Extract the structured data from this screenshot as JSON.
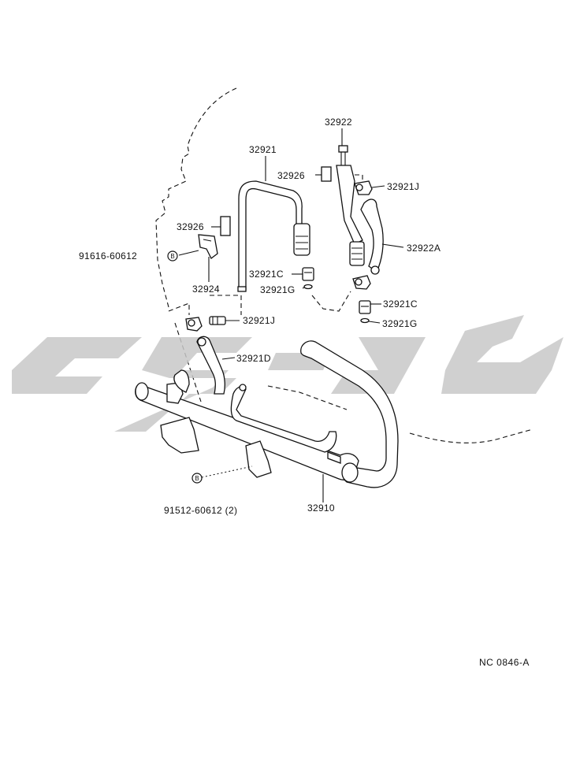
{
  "diagram": {
    "reference_code": "NC 0846-A",
    "bolt_symbol": "B",
    "labels": {
      "p32922": "32922",
      "p32921": "32921",
      "p32926_top": "32926",
      "p32921j_top": "32921J",
      "p32926_left": "32926",
      "p32922a": "32922A",
      "p91616": "91616-60612",
      "p32924": "32924",
      "p32921c_mid": "32921C",
      "p32921g_mid": "32921G",
      "p32921c_right": "32921C",
      "p32921g_right": "32921G",
      "p32921j_mid": "32921J",
      "p32921d": "32921D",
      "p91512": "91512-60612 (2)",
      "p32910": "32910"
    }
  }
}
